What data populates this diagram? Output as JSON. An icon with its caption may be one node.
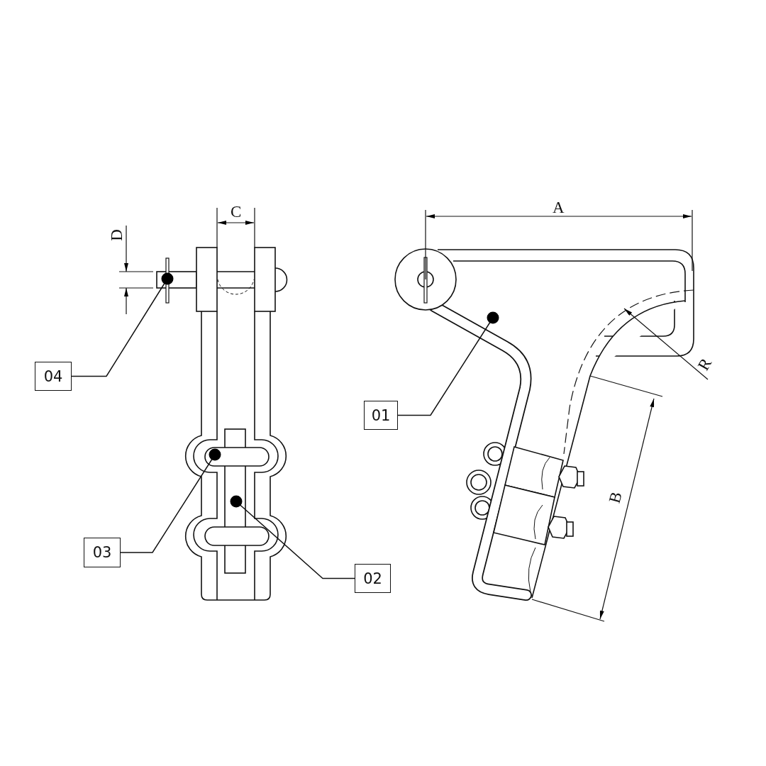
{
  "diagram": {
    "nodes": [
      {
        "text": [
          "04"
        ]
      },
      {
        "text": [
          "01"
        ]
      },
      {
        "text": [
          "03"
        ]
      },
      {
        "text": [
          "02"
        ]
      }
    ],
    "edges": [
      {
        "from": 0,
        "to": null,
        "arrow": "other"
      },
      {
        "from": 1,
        "to": null,
        "arrow": "other"
      },
      {
        "from": 2,
        "to": null,
        "arrow": "other"
      },
      {
        "from": 3,
        "to": null,
        "arrow": "other"
      }
    ],
    "labels": [
      "A",
      "C",
      "D",
      "R",
      "B"
    ]
  }
}
